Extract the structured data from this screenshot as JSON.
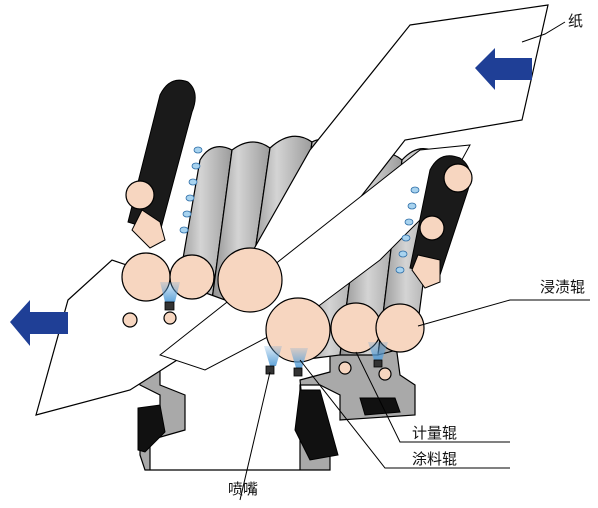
{
  "labels": {
    "paper": "纸",
    "impregnation_roller": "浸渍辊",
    "metering_roller": "计量辊",
    "coating_roller": "涂料辊",
    "nozzle": "喷嘴"
  },
  "colors": {
    "frame": "#a9a9a9",
    "frame_dark": "#8c8c8c",
    "roller_gray": "#b7b7b7",
    "roller_light": "#e2e2e2",
    "roller_peach": "#f7d6c0",
    "belt_black": "#1a1a1a",
    "arrow_blue": "#1f3f96",
    "spray_blue": "#5aa0d8",
    "drop_blue": "#a8d3ef",
    "line": "#000000",
    "paper": "#ffffff"
  },
  "icons": {
    "in_arrow": "arrow-left-icon",
    "out_arrow": "arrow-left-icon"
  }
}
